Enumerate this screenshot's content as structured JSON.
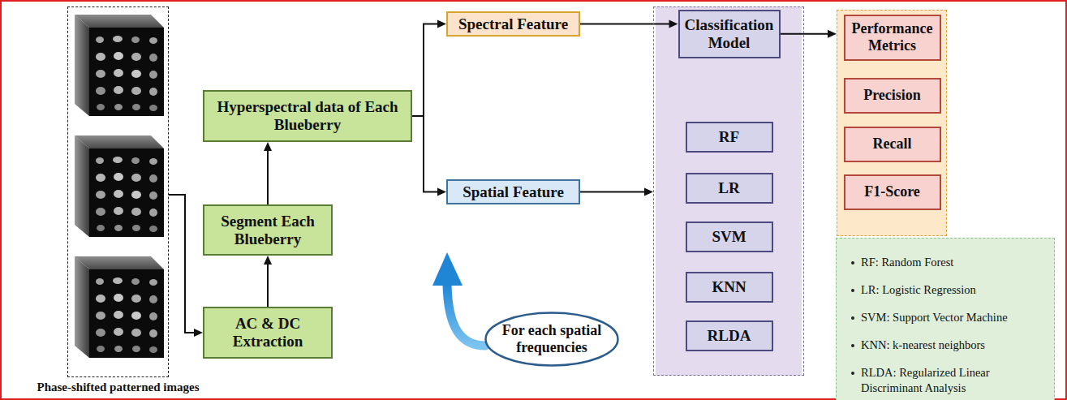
{
  "diagram": {
    "nodes": [
      {
        "text": [
          "Phase-shifted patterned images"
        ]
      },
      {
        "text": [
          "Hyperspectral data of Each Blueberry"
        ]
      },
      {
        "text": [
          "Segment Each Blueberry"
        ]
      },
      {
        "text": [
          "AC & DC Extraction"
        ]
      },
      {
        "text": [
          "Spectral Feature"
        ]
      },
      {
        "text": [
          "Spatial Feature"
        ]
      },
      {
        "text": [
          "For each spatial frequencies"
        ]
      },
      {
        "text": []
      },
      {
        "text": [
          "Classification Model"
        ],
        "in": 7
      },
      {
        "text": [
          "RF"
        ],
        "in": 7
      },
      {
        "text": [
          "LR"
        ],
        "in": 7
      },
      {
        "text": [
          "SVM"
        ],
        "in": 7
      },
      {
        "text": [
          "KNN"
        ],
        "in": 7
      },
      {
        "text": [
          "RLDA"
        ],
        "in": 7
      },
      {
        "text": []
      },
      {
        "text": [
          "Performance Metrics"
        ],
        "in": 14
      },
      {
        "text": [
          "Precision"
        ],
        "in": 14
      },
      {
        "text": [
          "Recall"
        ],
        "in": 14
      },
      {
        "text": [
          "F1-Score"
        ],
        "in": 14
      },
      {
        "text": [
          "RF: Random Forest",
          "LR: Logistic Regression",
          "SVM: Support Vector Machine",
          "KNN: k-nearest neighbors",
          "RLDA: Regularized Linear Discriminant Analysis"
        ]
      }
    ],
    "edges": [
      {
        "from": 0,
        "to": 3,
        "arrow": "to"
      },
      {
        "from": 3,
        "to": 2,
        "arrow": "to"
      },
      {
        "from": 2,
        "to": 1,
        "arrow": "to"
      },
      {
        "from": 1,
        "to": 4,
        "arrow": "to"
      },
      {
        "from": 1,
        "to": 5,
        "arrow": "to"
      },
      {
        "from": 4,
        "to": 8,
        "arrow": "to"
      },
      {
        "from": 5,
        "to": 7,
        "arrow": "to"
      },
      {
        "from": 8,
        "to": 14,
        "arrow": "to"
      }
    ]
  }
}
